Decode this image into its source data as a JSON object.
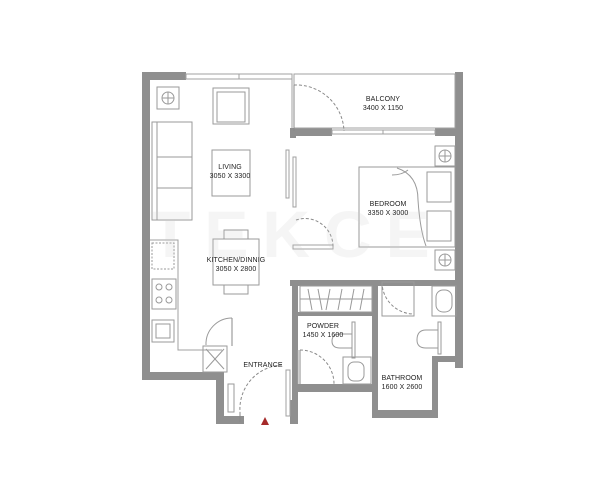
{
  "plan": {
    "watermark": "TEKCE",
    "colors": {
      "wall": "#8f8f8f",
      "line": "#9a9a9a",
      "background": "#ffffff",
      "entrance_marker": "#a52a2a"
    },
    "rooms": [
      {
        "id": "living",
        "name": "LIVING",
        "dimensions": "3050 X 3300"
      },
      {
        "id": "balcony",
        "name": "BALCONY",
        "dimensions": "3400 X 1150"
      },
      {
        "id": "bedroom",
        "name": "BEDROOM",
        "dimensions": "3350 X 3000"
      },
      {
        "id": "kitchen",
        "name": "KITCHEN/DINNIG",
        "dimensions": "3050 X 2800"
      },
      {
        "id": "powder",
        "name": "POWDER",
        "dimensions": "1450 X 1600"
      },
      {
        "id": "bathroom",
        "name": "BATHROOM",
        "dimensions": "1600 X 2600"
      }
    ],
    "entrance": {
      "label": "ENTRANCE"
    }
  }
}
